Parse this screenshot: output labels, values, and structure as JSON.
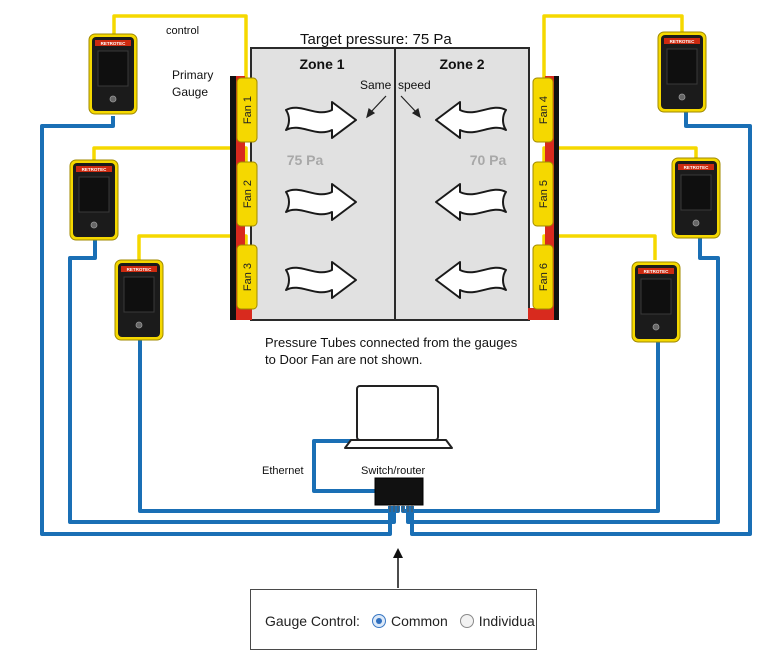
{
  "header": {
    "title": "Target pressure: 75 Pa"
  },
  "zones": [
    {
      "name": "Zone 1",
      "pressure": "75 Pa"
    },
    {
      "name": "Zone 2",
      "pressure": "70 Pa"
    }
  ],
  "annotations": {
    "same": "Same",
    "speed": "speed",
    "control": "control",
    "primary_line1": "Primary",
    "primary_line2": "Gauge",
    "note_line1": "Pressure Tubes connected from the gauges",
    "note_line2": "to Door Fan are not shown.",
    "ethernet": "Ethernet",
    "switch": "Switch/router"
  },
  "fans": [
    "Fan 1",
    "Fan 2",
    "Fan 3",
    "Fan 4",
    "Fan 5",
    "Fan 6"
  ],
  "gauge_brand": "RETROTEC",
  "gauge_control": {
    "label": "Gauge Control:",
    "options": [
      "Common",
      "Individual"
    ],
    "selected": "Common"
  },
  "colors": {
    "control_wire": "#f5d800",
    "ethernet_wire": "#1a6fb5",
    "fan_body": "#f5d800",
    "door_frame": "#d82a1e",
    "zone_fill": "#e1e1e1"
  }
}
